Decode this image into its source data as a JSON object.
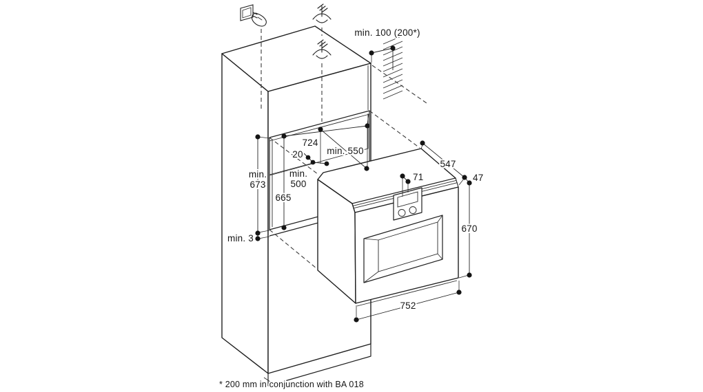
{
  "page": {
    "type": "appliance installation dimension diagram",
    "background": "#ffffff",
    "line_color": "#1f1f1f"
  },
  "labels": {
    "wall_clearance": "min. 100 (200*)",
    "niche_width": "724",
    "niche_depth": "min. 550",
    "front_gap": "20",
    "min_500": [
      "min.",
      "500"
    ],
    "min_673": [
      "min.",
      "673"
    ],
    "niche_height": "665",
    "bottom_gap": "min. 3",
    "appliance_depth": "547",
    "frame_overhang": "47",
    "appliance_height": "670",
    "control_panel_offset": "71",
    "appliance_width": "752",
    "footnote": "* 200 mm in conjunction with BA 018"
  },
  "icons": {
    "plug": "power-socket-plug-icon",
    "ventilation": "air-outlet-icon",
    "wall": "wall-section-hatch"
  }
}
